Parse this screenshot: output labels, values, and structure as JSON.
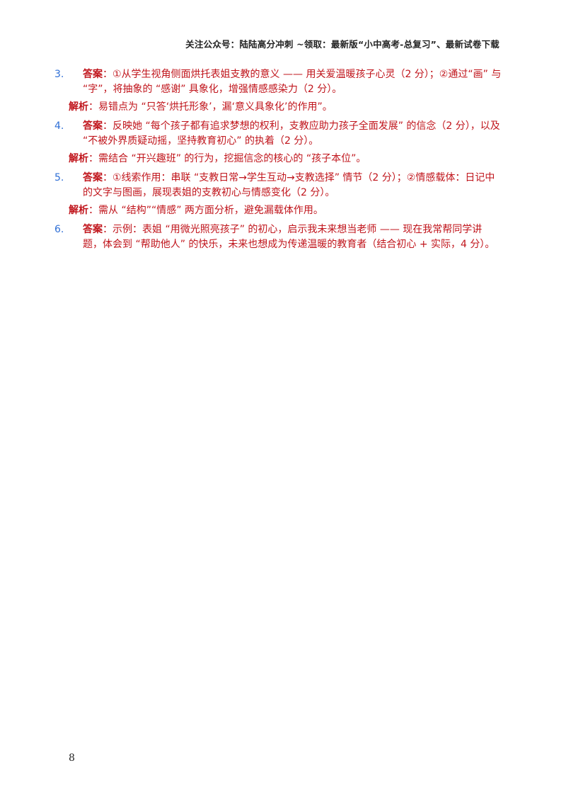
{
  "header": {
    "text": "关注公众号：陆陆高分冲刺  ~领取：最新版“小中高考-总复习”、最新试卷下载"
  },
  "items": [
    {
      "num": "3.",
      "answer_label": "答案",
      "answer_text": "：①从学生视角侧面烘托表姐支教的意义 —— 用关爱温暖孩子心灵（2 分）；②通过“画” 与 “字”，将抽象的 “感谢” 具象化，增强情感感染力（2 分）。",
      "analysis_label": "解析",
      "analysis_text": "：易错点为 “只答‘烘托形象’，漏‘意义具象化’的作用”。"
    },
    {
      "num": "4.",
      "answer_label": "答案",
      "answer_text": "：反映她 “每个孩子都有追求梦想的权利，支教应助力孩子全面发展” 的信念（2 分），以及 “不被外界质疑动摇，坚持教育初心” 的执着（2 分）。",
      "analysis_label": "解析",
      "analysis_text": "：需结合 “开兴趣班” 的行为，挖掘信念的核心的 “孩子本位”。"
    },
    {
      "num": "5.",
      "answer_label": "答案",
      "answer_text": "：①线索作用：串联 “支教日常→学生互动→支教选择” 情节（2 分）；②情感载体：日记中的文字与图画，展现表姐的支教初心与情感变化（2 分）。",
      "analysis_label": "解析",
      "analysis_text": "：需从 “结构”“情感” 两方面分析，避免漏载体作用。"
    },
    {
      "num": "6.",
      "answer_label": "答案",
      "answer_text": "：示例：表姐 “用微光照亮孩子” 的初心，启示我未来想当老师 —— 现在我常帮同学讲题，体会到 “帮助他人” 的快乐，未来也想成为传递温暖的教育者（结合初心 + 实际，4 分）。",
      "analysis_label": "",
      "analysis_text": ""
    }
  ],
  "page_number": "8",
  "colors": {
    "answer_red": "#c0141b",
    "number_blue": "#2f6fd6",
    "header_text": "#222222"
  }
}
